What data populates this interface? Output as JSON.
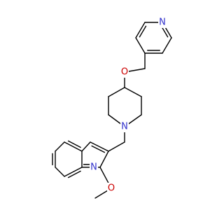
{
  "molecule": {
    "atom_labels": {
      "pyridine_n": "N",
      "ether_o": "O",
      "piperidine_n": "N",
      "quinoline_n": "N",
      "methoxy_o": "O"
    },
    "colors": {
      "nitrogen": "#3333cc",
      "oxygen": "#cc0000",
      "bond": "#000000"
    }
  }
}
